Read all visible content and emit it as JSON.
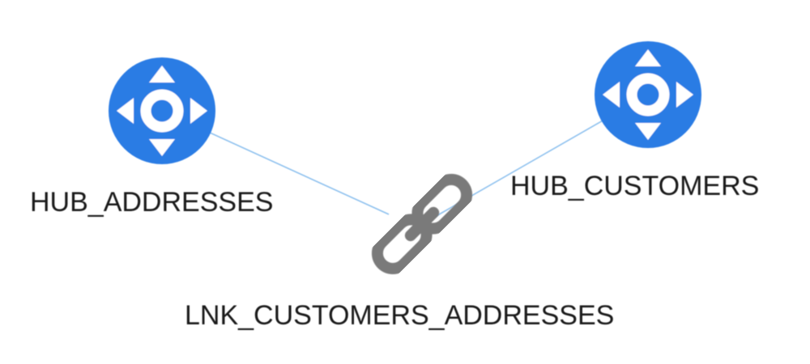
{
  "diagram": {
    "nodes": [
      {
        "id": "hub_addresses",
        "label": "HUB_ADDRESSES",
        "kind": "hub",
        "icon": "hub-icon"
      },
      {
        "id": "hub_customers",
        "label": "HUB_CUSTOMERS",
        "kind": "hub",
        "icon": "hub-icon"
      },
      {
        "id": "lnk_customers_addresses",
        "label": "LNK_CUSTOMERS_ADDRESSES",
        "kind": "link",
        "icon": "chain-link-icon"
      }
    ],
    "edges": [
      {
        "from": "lnk_customers_addresses",
        "to": "hub_addresses"
      },
      {
        "from": "lnk_customers_addresses",
        "to": "hub_customers"
      }
    ]
  },
  "colors": {
    "hub": "#2a7be4",
    "hub_glyph": "#ffffff",
    "link": "#7a7a7a",
    "edge": "#8cc0ee",
    "label": "#1a1a1a"
  }
}
